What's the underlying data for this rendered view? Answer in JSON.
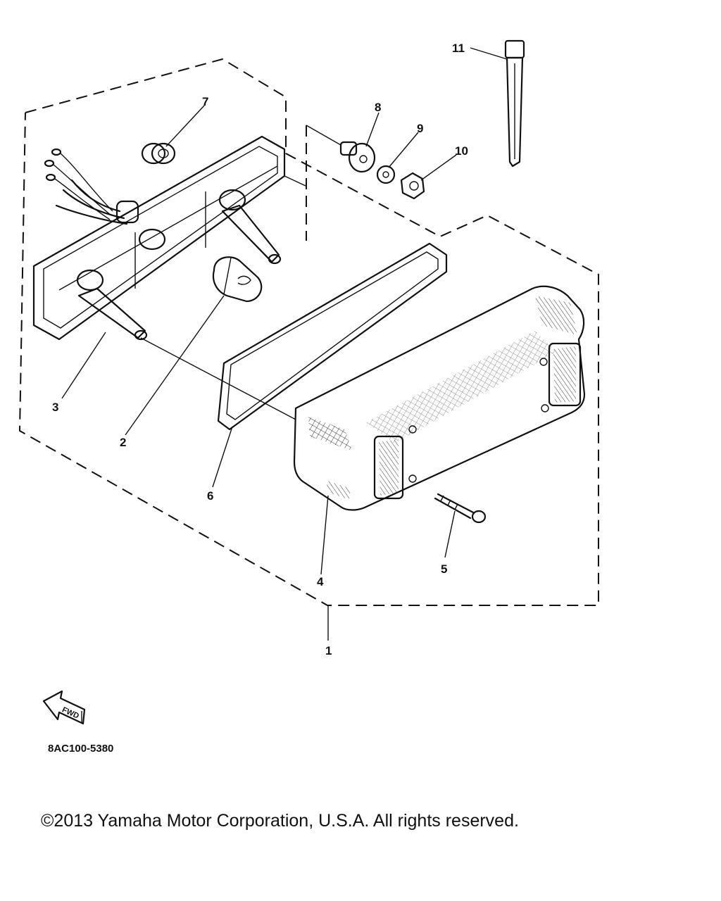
{
  "callouts": [
    {
      "id": "1",
      "label": "1"
    },
    {
      "id": "2",
      "label": "2"
    },
    {
      "id": "3",
      "label": "3"
    },
    {
      "id": "4",
      "label": "4"
    },
    {
      "id": "5",
      "label": "5"
    },
    {
      "id": "6",
      "label": "6"
    },
    {
      "id": "7",
      "label": "7"
    },
    {
      "id": "8",
      "label": "8"
    },
    {
      "id": "9",
      "label": "9"
    },
    {
      "id": "10",
      "label": "10"
    },
    {
      "id": "11",
      "label": "11"
    }
  ],
  "fwd_arrow": {
    "label": "FWD"
  },
  "diagram_code": "8AC100-5380",
  "copyright": "©2013 Yamaha Motor Corporation, U.S.A. All rights reserved."
}
